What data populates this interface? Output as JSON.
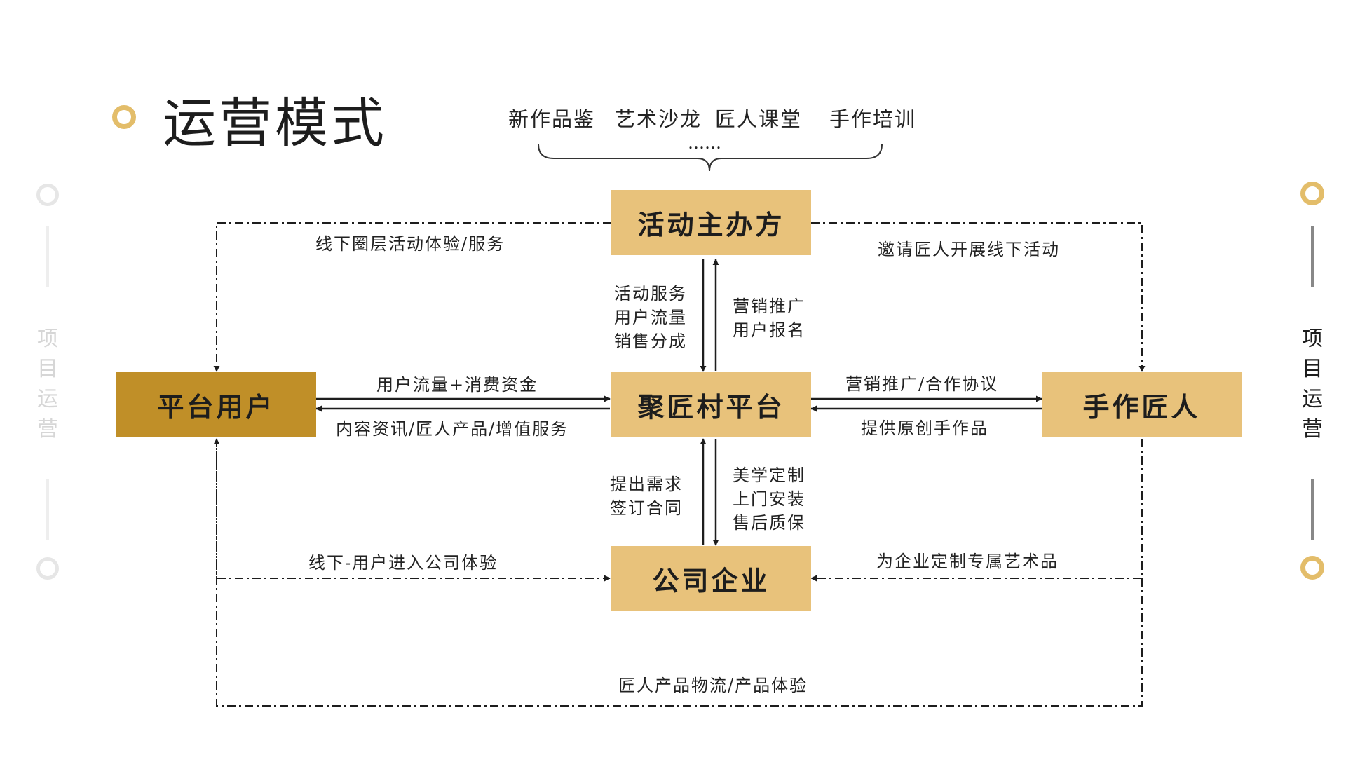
{
  "title": "运营模式",
  "side_label_left": [
    "项",
    "目",
    "运",
    "营"
  ],
  "side_label_right": [
    "项",
    "目",
    "运",
    "营"
  ],
  "top_activities": {
    "items": [
      "新作品鉴",
      "艺术沙龙",
      "匠人课堂",
      "手作培训"
    ],
    "ellipsis": "……"
  },
  "nodes": {
    "organizer": "活动主办方",
    "platform": "聚匠村平台",
    "users": "平台用户",
    "craftsmen": "手作匠人",
    "company": "公司企业"
  },
  "edges": {
    "users_to_platform": "用户流量+消费资金",
    "platform_to_users": "内容资讯/匠人产品/增值服务",
    "platform_to_craftsmen": "营销推广/合作协议",
    "craftsmen_to_platform": "提供原创手作品",
    "organizer_to_platform": [
      "活动服务",
      "用户流量",
      "销售分成"
    ],
    "platform_to_organizer": [
      "营销推广",
      "用户报名"
    ],
    "company_to_platform": [
      "提出需求",
      "签订合同"
    ],
    "platform_to_company": [
      "美学定制",
      "上门安装",
      "售后质保"
    ],
    "organizer_to_users": "线下圈层活动体验/服务",
    "organizer_to_craftsmen": "邀请匠人开展线下活动",
    "users_to_company": "线下-用户进入公司体验",
    "craftsmen_to_company": "为企业定制专属艺术品",
    "craftsmen_to_users_bottom": "匠人产品物流/产品体验"
  },
  "colors": {
    "accent_gold": "#e3bd6a",
    "box_light": "#e8c27b",
    "box_dark": "#c08f28",
    "line": "#1d1d1d"
  }
}
